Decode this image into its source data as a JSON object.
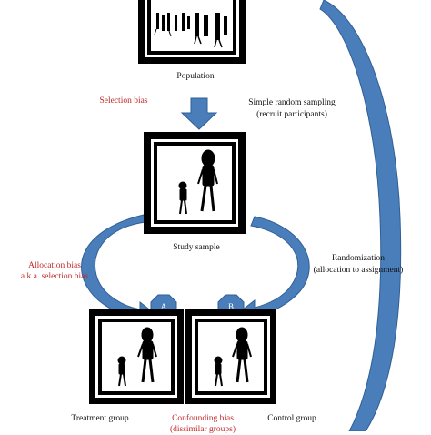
{
  "labels": {
    "population": "Population",
    "selection_bias": "Selection bias",
    "sampling_line1": "Simple random sampling",
    "sampling_line2": "(recruit participants)",
    "study_sample": "Study sample",
    "allocation_line1": "Allocation bias",
    "allocation_line2": "a.k.a. selection bias",
    "randomization_line1": "Randomization",
    "randomization_line2": "(allocation to assignment)",
    "badge_a": "A",
    "badge_b": "B",
    "treatment_group": "Treatment group",
    "confounding_line1": "Confounding bias",
    "confounding_line2": "(dissimilar groups)",
    "control_group": "Control group"
  },
  "colors": {
    "arrow_blue": "#4a7ebb",
    "arrow_edge": "#2f5f95",
    "bias_red": "#c0282a",
    "frame_black": "#000000"
  },
  "icons": {
    "people": "person-silhouette-icon",
    "arrow": "curved-arrow-icon",
    "badge": "octagon-badge-icon"
  }
}
